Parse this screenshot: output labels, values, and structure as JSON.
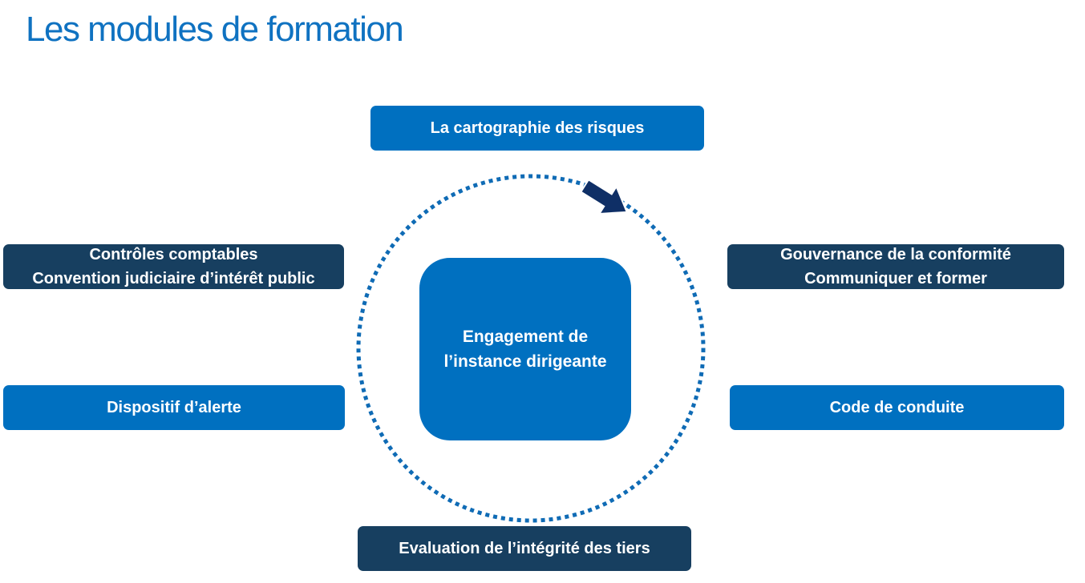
{
  "title": "Les modules de formation",
  "colors": {
    "title": "#0f72c1",
    "module_blue": "#0070c0",
    "module_dark": "#173f60",
    "cycle_arrow": "#0f2f66",
    "cycle_dots": "#0f6bb5"
  },
  "center": {
    "line1": "Engagement de",
    "line2": "l’instance dirigeante"
  },
  "modules": {
    "top": "La cartographie des risques",
    "left_top": {
      "line1": "Contrôles comptables",
      "line2": "Convention judiciaire d’intérêt public"
    },
    "right_top": {
      "line1": "Gouvernance de la conformité",
      "line2": "Communiquer et former"
    },
    "left_bottom": "Dispositif d’alerte",
    "right_bottom": "Code de conduite",
    "bottom": "Evaluation de l’intégrité des tiers"
  },
  "icons": {
    "cycle": "dotted-cycle-circle",
    "arrow": "cycle-direction-arrow-icon"
  }
}
